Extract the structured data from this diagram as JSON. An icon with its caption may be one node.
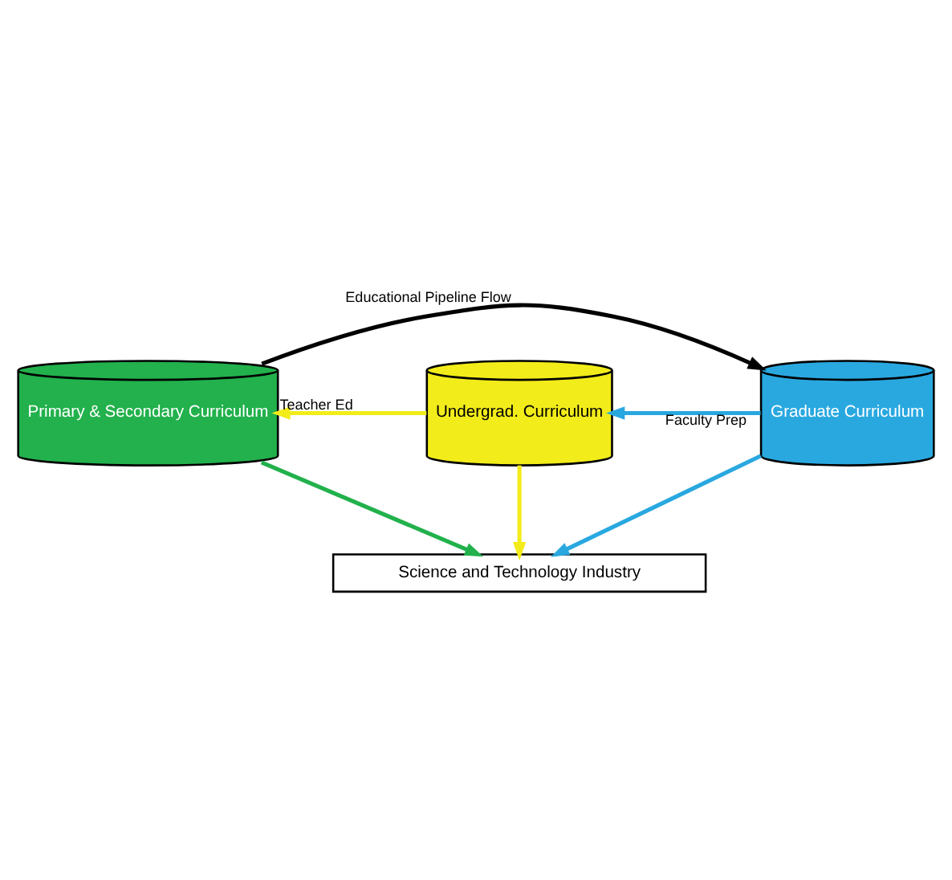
{
  "diagram": {
    "nodes": [
      {
        "text": [
          "Primary & Secondary Curriculum"
        ]
      },
      {
        "text": [
          "Undergrad. Curriculum"
        ]
      },
      {
        "text": [
          "Graduate Curriculum"
        ]
      },
      {
        "text": [
          "Science and Technology Industry"
        ]
      }
    ],
    "edges": [
      {
        "from": 0,
        "to": 2,
        "arrow": "to",
        "label": "Educational Pipeline Flow",
        "color": "#000000"
      },
      {
        "from": 1,
        "to": 0,
        "arrow": "to",
        "label": "Teacher Ed",
        "color": "#f2ec1a"
      },
      {
        "from": 2,
        "to": 1,
        "arrow": "to",
        "label": "Faculty Prep",
        "color": "#29a8e0"
      },
      {
        "from": 0,
        "to": 3,
        "arrow": "to",
        "color": "#22b14c"
      },
      {
        "from": 1,
        "to": 3,
        "arrow": "to",
        "color": "#f2ec1a"
      },
      {
        "from": 2,
        "to": 3,
        "arrow": "to",
        "color": "#29a8e0"
      }
    ]
  }
}
